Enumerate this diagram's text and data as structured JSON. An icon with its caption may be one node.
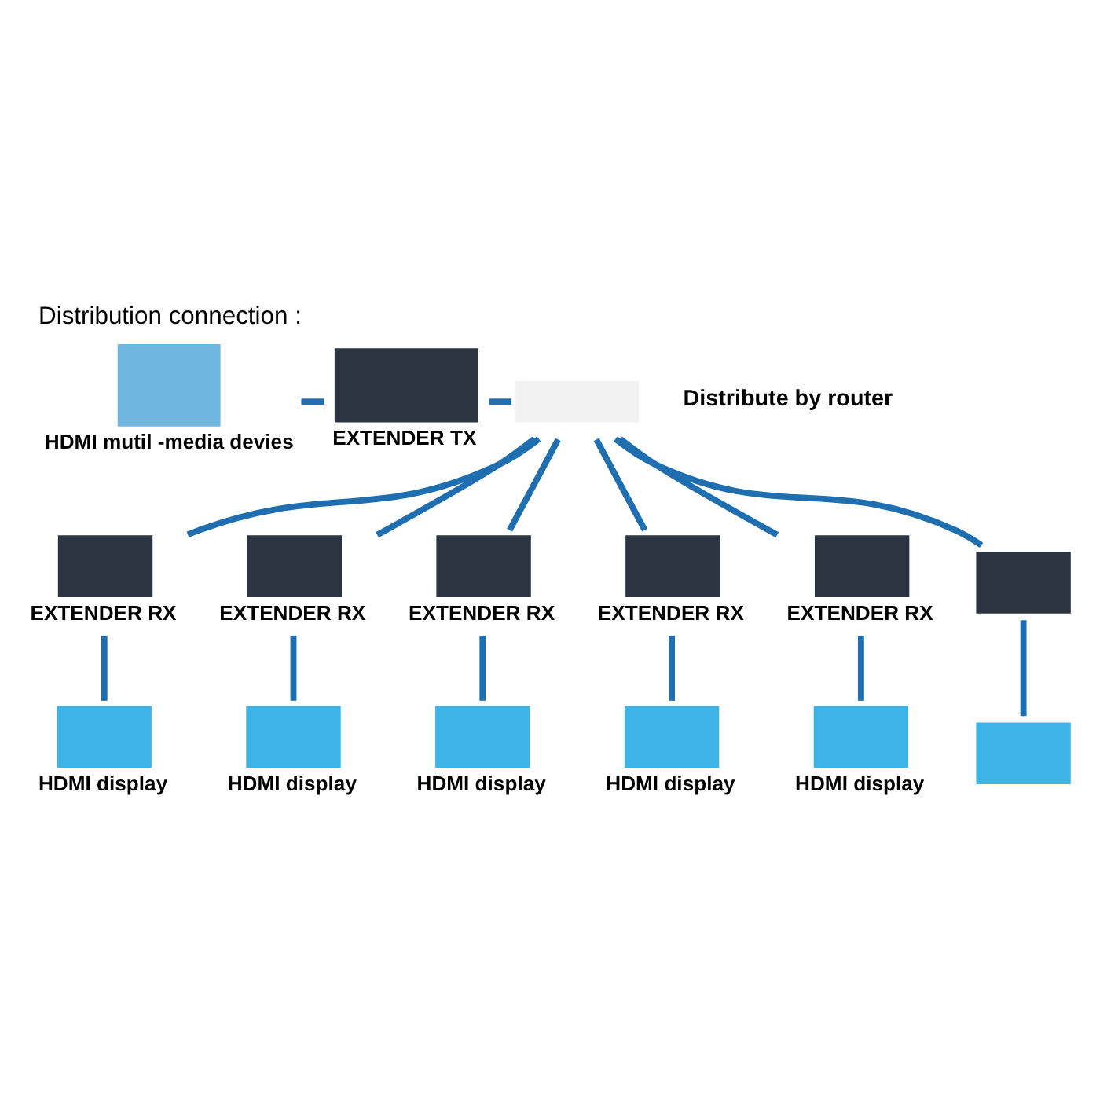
{
  "diagram": {
    "title": "Distribution connection :",
    "nodes": [
      {
        "text": [],
        "shape": "box",
        "beside": [
          "HDMI mutil -media devies"
        ]
      },
      {
        "text": [],
        "shape": "box",
        "beside": [
          "EXTENDER TX"
        ]
      },
      {
        "text": [],
        "shape": "box"
      },
      {
        "text": [],
        "shape": "box",
        "beside": [
          "EXTENDER RX"
        ]
      },
      {
        "text": [],
        "shape": "box",
        "beside": [
          "EXTENDER RX"
        ]
      },
      {
        "text": [],
        "shape": "box",
        "beside": [
          "EXTENDER RX"
        ]
      },
      {
        "text": [],
        "shape": "box",
        "beside": [
          "EXTENDER RX"
        ]
      },
      {
        "text": [],
        "shape": "box",
        "beside": [
          "EXTENDER RX"
        ]
      },
      {
        "text": [],
        "shape": "box"
      },
      {
        "text": [],
        "shape": "box",
        "beside": [
          "HDMI display"
        ]
      },
      {
        "text": [],
        "shape": "box",
        "beside": [
          "HDMI display"
        ]
      },
      {
        "text": [],
        "shape": "box",
        "beside": [
          "HDMI display"
        ]
      },
      {
        "text": [],
        "shape": "box",
        "beside": [
          "HDMI display"
        ]
      },
      {
        "text": [],
        "shape": "box",
        "beside": [
          "HDMI display"
        ]
      },
      {
        "text": [],
        "shape": "box"
      }
    ],
    "edges": [
      {
        "from": 0,
        "to": 1,
        "arrow": "none"
      },
      {
        "from": 1,
        "to": 2,
        "arrow": "none"
      },
      {
        "from": 2,
        "to": 3,
        "arrow": "none"
      },
      {
        "from": 2,
        "to": 4,
        "arrow": "none"
      },
      {
        "from": 2,
        "to": 5,
        "arrow": "none"
      },
      {
        "from": 2,
        "to": 6,
        "arrow": "none"
      },
      {
        "from": 2,
        "to": 7,
        "arrow": "none"
      },
      {
        "from": 2,
        "to": 8,
        "arrow": "none"
      },
      {
        "from": 3,
        "to": 9,
        "arrow": "none"
      },
      {
        "from": 4,
        "to": 10,
        "arrow": "none"
      },
      {
        "from": 5,
        "to": 11,
        "arrow": "none"
      },
      {
        "from": 6,
        "to": 12,
        "arrow": "none"
      },
      {
        "from": 7,
        "to": 13,
        "arrow": "none"
      },
      {
        "from": 8,
        "to": 14,
        "arrow": "none"
      }
    ],
    "labels": [
      "Distribute by router"
    ]
  }
}
